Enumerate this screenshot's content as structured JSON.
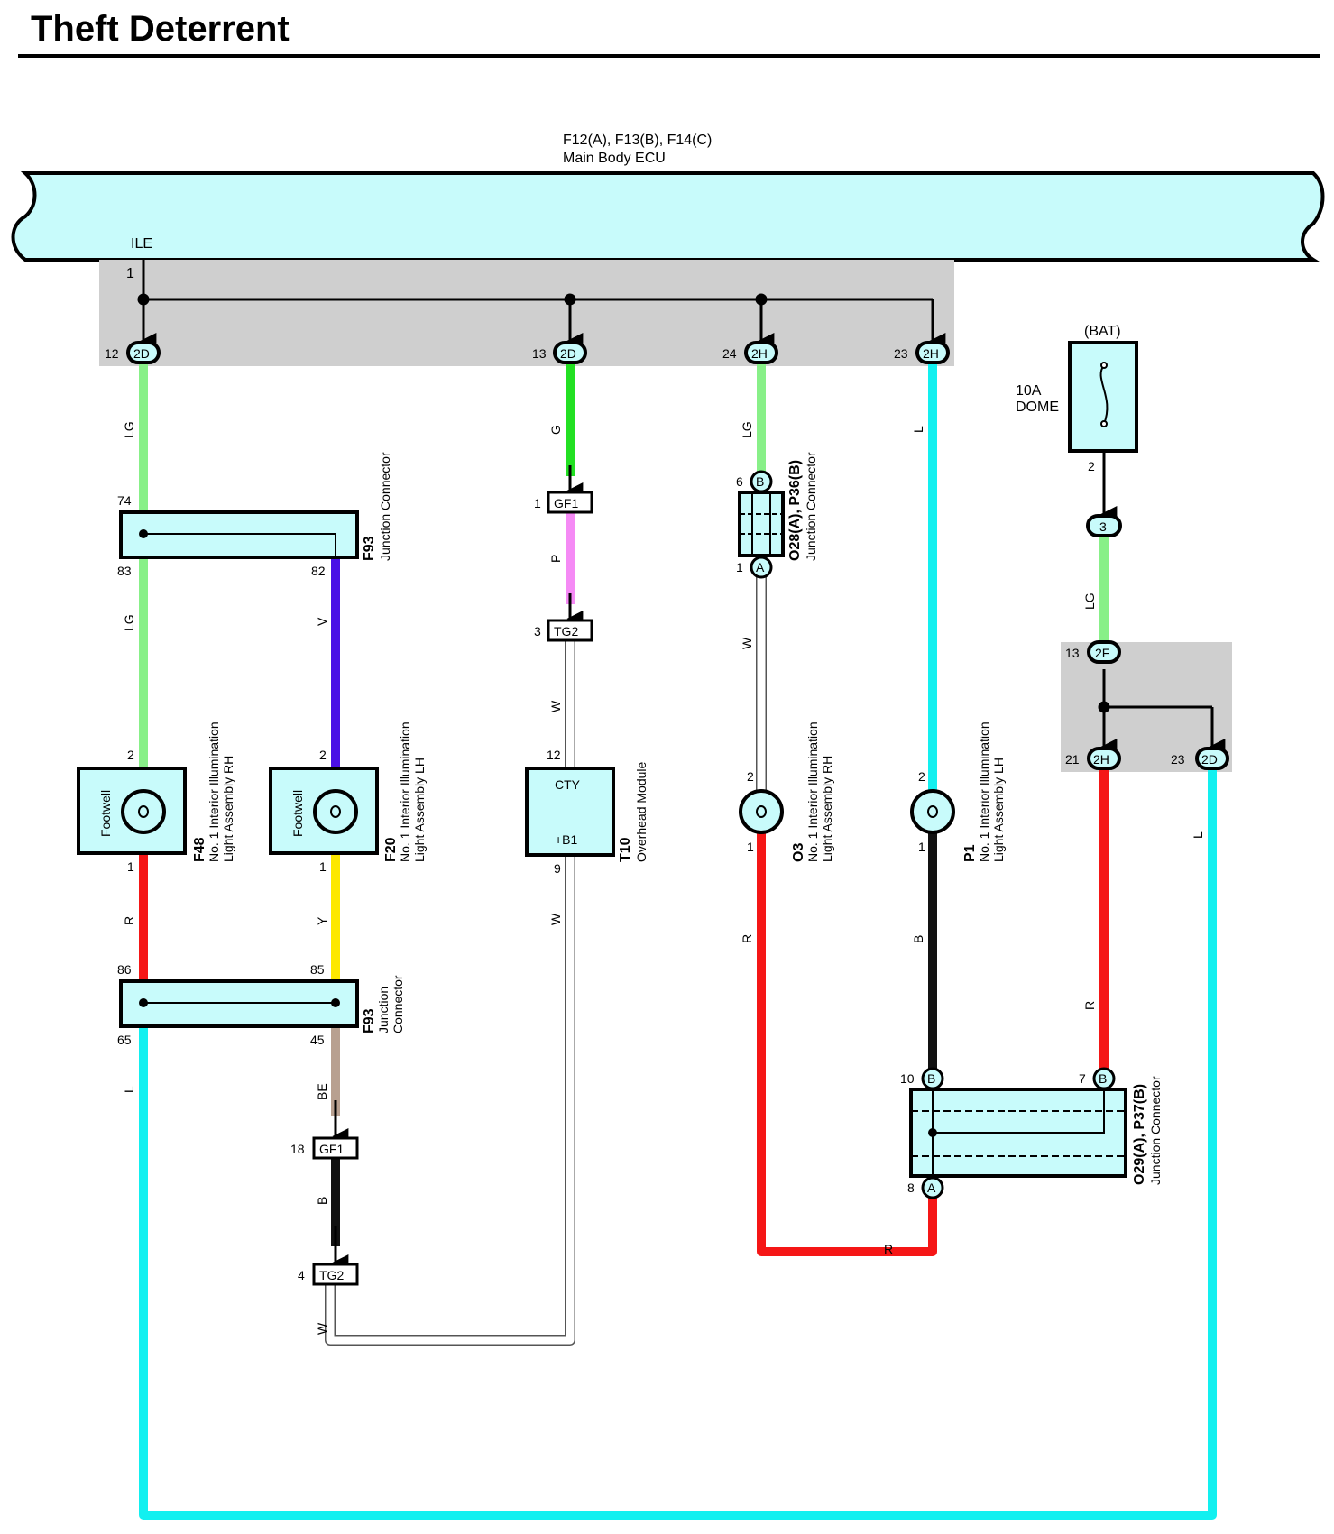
{
  "title": "Theft Deterrent",
  "colors": {
    "LG": "#88f088",
    "G": "#22e022",
    "P": "#f58af5",
    "V": "#4a10e6",
    "R": "#f51616",
    "Y": "#fde800",
    "BE": "#b8a090",
    "B": "#111111",
    "L": "#12f0f0",
    "W": "#ffffff",
    "fill": "#c8fbfb",
    "shade": "#cfcfcf"
  },
  "ecu": {
    "codes": "F12(A), F13(B), F14(C)",
    "name": "Main Body ECU",
    "pin_label": "ILE",
    "pin_num": "1"
  },
  "connectors": {
    "c1": {
      "num": "12",
      "code": "2D"
    },
    "c2": {
      "num": "13",
      "code": "2D"
    },
    "c3": {
      "num": "24",
      "code": "2H"
    },
    "c4": {
      "num": "23",
      "code": "2H"
    },
    "c5": {
      "num": "13",
      "code": "2F"
    },
    "c6": {
      "num": "21",
      "code": "2H"
    },
    "c7": {
      "num": "23",
      "code": "2D"
    },
    "bat3": {
      "code": "3"
    },
    "gf1a": {
      "num": "1",
      "code": "GF1"
    },
    "tg2a": {
      "num": "3",
      "code": "TG2"
    },
    "gf1b": {
      "num": "18",
      "code": "GF1"
    },
    "tg2b": {
      "num": "4",
      "code": "TG2"
    }
  },
  "wires": {
    "w1": "LG",
    "w2": "LG",
    "w3": "V",
    "w4": "R",
    "w5": "Y",
    "w6": "L",
    "w7": "BE",
    "w8": "B",
    "w9": "G",
    "w10": "P",
    "w11": "W",
    "w12": "W",
    "w13": "W",
    "w14": "LG",
    "w15": "W",
    "w16": "R",
    "w17": "R",
    "w18": "L",
    "w19": "B",
    "w20": "LG",
    "w21": "R",
    "w22": "L"
  },
  "fuse": {
    "source": "(BAT)",
    "rating": "10A",
    "name": "DOME",
    "pin": "2"
  },
  "junction_upper": {
    "id": "F93",
    "desc": "Junction Connector",
    "pin_a": "74",
    "pin_b": "83",
    "pin_c": "82"
  },
  "junction_lower": {
    "id": "F93",
    "desc1": "Junction",
    "desc2": "Connector",
    "pin_a": "86",
    "pin_b": "85",
    "pin_c": "65",
    "pin_d": "45"
  },
  "lamp_f48": {
    "id": "F48",
    "line1": "No. 1 Interior Illumination",
    "line2": "Light Assembly RH",
    "label": "Footwell",
    "pin_top": "2",
    "pin_bot": "1"
  },
  "lamp_f20": {
    "id": "F20",
    "line1": "No. 1 Interior Illumination",
    "line2": "Light Assembly LH",
    "label": "Footwell",
    "pin_top": "2",
    "pin_bot": "1"
  },
  "module_t10": {
    "id": "T10",
    "name": "Overhead Module",
    "term_top": "CTY",
    "term_bot": "+B1",
    "pin_top": "12",
    "pin_bot": "9"
  },
  "junction_o28": {
    "id": "O28(A), P36(B)",
    "desc": "Junction Connector",
    "pin_top": "6",
    "term_top": "B",
    "pin_bot": "1",
    "term_bot": "A"
  },
  "lamp_o3": {
    "id": "O3",
    "line1": "No. 1 Interior Illumination",
    "line2": "Light Assembly RH",
    "pin_top": "2",
    "pin_bot": "1"
  },
  "lamp_p1": {
    "id": "P1",
    "line1": "No. 1 Interior Illumination",
    "line2": "Light Assembly LH",
    "pin_top": "2",
    "pin_bot": "1"
  },
  "junction_o29": {
    "id": "O29(A), P37(B)",
    "desc": "Junction Connector",
    "pin_a": "10",
    "term_a": "B",
    "pin_b": "7",
    "term_b": "B",
    "pin_c": "8",
    "term_c": "A"
  }
}
